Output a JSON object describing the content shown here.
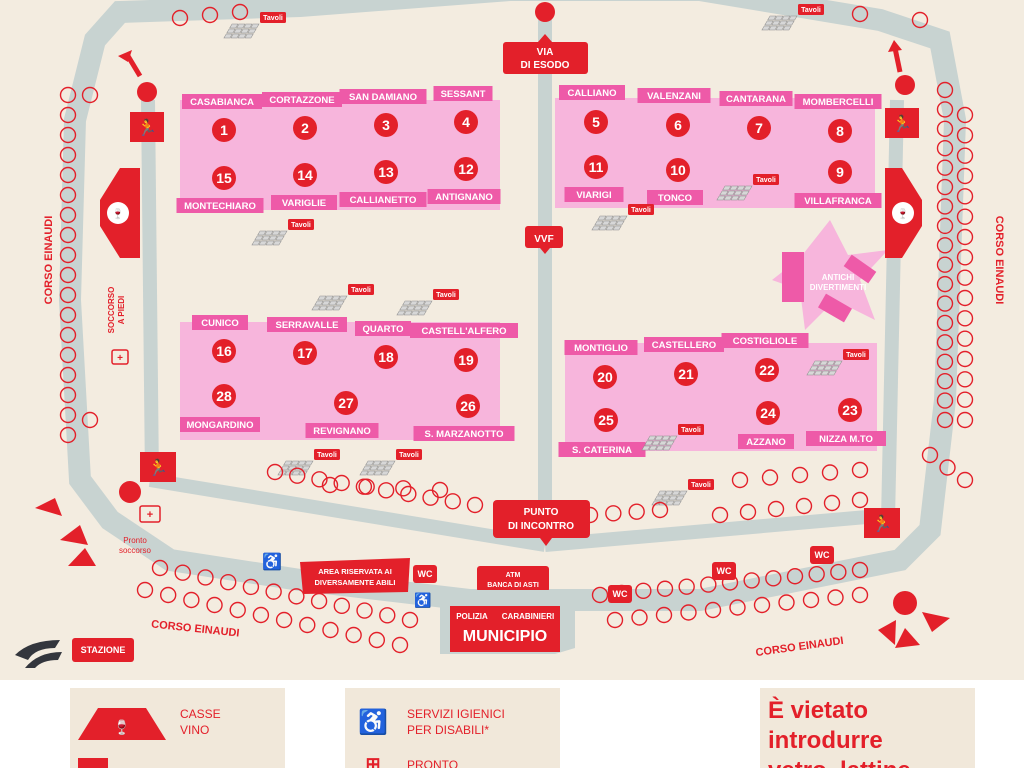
{
  "map": {
    "via_esodo": [
      "VIA",
      "DI ESODO"
    ],
    "vvf": "VVF",
    "punto_incontro": [
      "PUNTO",
      "DI INCONTRO"
    ],
    "antichi_divertimenti": [
      "ANTICHI",
      "DIVERTIMENTI"
    ],
    "corso_einaudi": "CORSO EINAUDI",
    "soccorso_piedi": [
      "SOCCORSO",
      "A PIEDI"
    ],
    "pronto_soccorso": [
      "Pronto",
      "soccorso"
    ],
    "stazione": "STAZIONE",
    "area_riservata": [
      "AREA RISERVATA AI",
      "DIVERSAMENTE ABILI"
    ],
    "atm": [
      "ATM",
      "BANCA DI ASTI"
    ],
    "polizia": "POLIZIA",
    "carabinieri": "CARABINIERI",
    "municipio": "MUNICIPIO",
    "wc": "WC",
    "tavoli": "Tavoli",
    "stands": [
      {
        "n": "1",
        "name": "CASABIANCA"
      },
      {
        "n": "2",
        "name": "CORTAZZONE"
      },
      {
        "n": "3",
        "name": "SAN DAMIANO"
      },
      {
        "n": "4",
        "name": "SESSANT"
      },
      {
        "n": "5",
        "name": "CALLIANO"
      },
      {
        "n": "6",
        "name": "VALENZANI"
      },
      {
        "n": "7",
        "name": "CANTARANA"
      },
      {
        "n": "8",
        "name": "MOMBERCELLI"
      },
      {
        "n": "15",
        "name": "MONTECHIARO"
      },
      {
        "n": "14",
        "name": "VARIGLIE"
      },
      {
        "n": "13",
        "name": "CALLIANETTO"
      },
      {
        "n": "12",
        "name": "ANTIGNANO"
      },
      {
        "n": "11",
        "name": "VIARIGI"
      },
      {
        "n": "10",
        "name": "TONCO"
      },
      {
        "n": "9",
        "name": "VILLAFRANCA"
      },
      {
        "n": "16",
        "name": "CUNICO"
      },
      {
        "n": "17",
        "name": "SERRAVALLE"
      },
      {
        "n": "18",
        "name": "QUARTO"
      },
      {
        "n": "19",
        "name": "CASTELL'ALFERO"
      },
      {
        "n": "28",
        "name": "MONGARDINO"
      },
      {
        "n": "27",
        "name": "REVIGNANO"
      },
      {
        "n": "26",
        "name": "S. MARZANOTTO"
      },
      {
        "n": "20",
        "name": "MONTIGLIO"
      },
      {
        "n": "21",
        "name": "CASTELLERO"
      },
      {
        "n": "22",
        "name": "COSTIGLIOLE"
      },
      {
        "n": "25",
        "name": "S. CATERINA"
      },
      {
        "n": "24",
        "name": "AZZANO"
      },
      {
        "n": "23",
        "name": "NIZZA M.TO"
      }
    ]
  },
  "legend": {
    "casse_vino": [
      "CASSE",
      "VINO"
    ],
    "servizi_igienici": [
      "SERVIZI IGIENICI",
      "PER DISABILI*"
    ],
    "pronto": "PRONTO",
    "warning": [
      "È vietato",
      "introdurre",
      "vetro, lattine"
    ]
  },
  "colors": {
    "red": "#e3202a",
    "pink": "#f7b5dc",
    "path": "#c8d3d1",
    "background": "#f3ece0"
  }
}
